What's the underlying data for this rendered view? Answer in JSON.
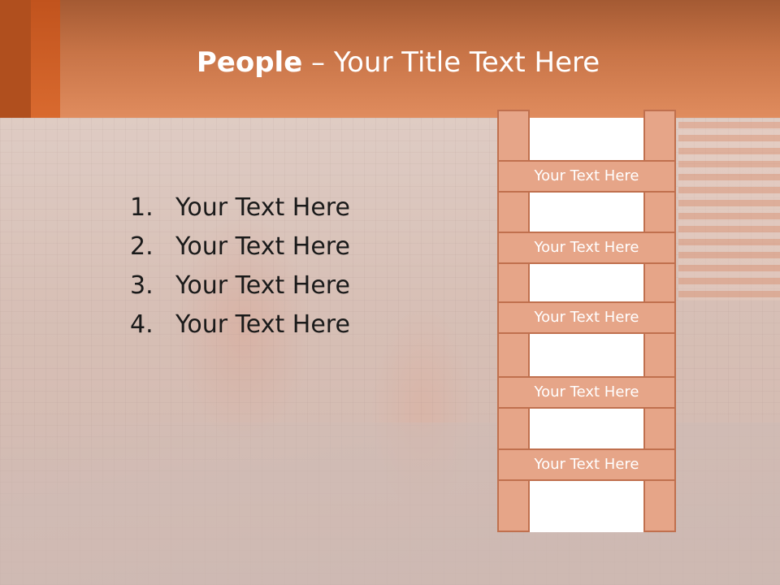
{
  "slide": {
    "title_bold": "People",
    "title_rest": " – Your Title Text Here",
    "list_items": [
      {
        "num": "1.",
        "text": "Your Text Here"
      },
      {
        "num": "2.",
        "text": "Your Text Here"
      },
      {
        "num": "3.",
        "text": "Your Text Here"
      },
      {
        "num": "4.",
        "text": "Your Text Here"
      }
    ],
    "ladder_rungs": [
      "Your Text Here",
      "Your Text Here",
      "Your Text Here",
      "Your Text Here",
      "Your Text Here"
    ]
  },
  "colors": {
    "header": "#d07a4b",
    "accent": "#c1531d",
    "ladder_fill": "#e6a588",
    "ladder_border": "#c0704e"
  }
}
